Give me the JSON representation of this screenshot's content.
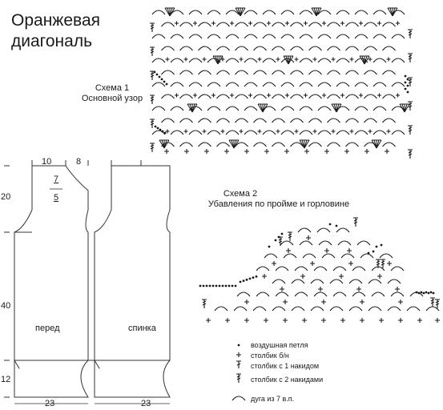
{
  "title": {
    "line1": "Оранжевая",
    "line2": "диагональ"
  },
  "scheme1": {
    "title": "Схема 1",
    "subtitle": "Основной узор"
  },
  "scheme2": {
    "title": "Схема 2",
    "subtitle": "Убавления по пройме и горловине"
  },
  "pattern": {
    "front_label": "перед",
    "back_label": "спинка",
    "dims": {
      "top_left": "10",
      "top_right": "8",
      "neck_depth_top": "7",
      "neck_depth_bottom": "5",
      "left_upper": "20",
      "left_middle": "40",
      "left_lower": "12",
      "bottom_front": "23",
      "bottom_back": "23"
    }
  },
  "legend": [
    {
      "icon": "dot-icon",
      "label": "воздушная петля"
    },
    {
      "icon": "single-crochet-icon",
      "label": "столбик б/н"
    },
    {
      "icon": "double-crochet-icon",
      "label": "столбик с 1 накидом"
    },
    {
      "icon": "treble-crochet-icon",
      "label": "столбик с 2 накидами"
    },
    {
      "icon": "arc-icon",
      "label": "дуга из 7 в.п."
    }
  ],
  "colors": {
    "ink": "#1a1a1a",
    "line": "#333333"
  }
}
